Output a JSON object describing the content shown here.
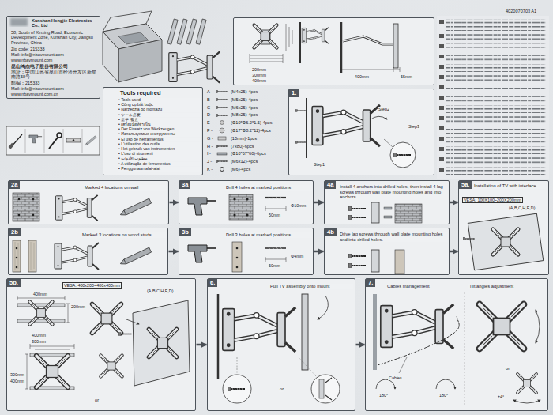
{
  "diagram": {
    "nodes": [
      {
        "text": [
          "Kunshan Hongjie Electronics Co., Ltd",
          "58, South of Xinxing Road, Economic Development Zone, Kunshan City, Jiangsu Province, China",
          "Zip code: 215333",
          "Mail: info@nbavmount.com",
          "www.nbavmount.com",
          "昆山鸿杰电子股份有限公司",
          "地址：中国江苏省昆山市经济开发区新星南路58号",
          "邮编：215333",
          "Mail: info@nbavmount.com",
          "www.nbavmount.com.cn"
        ]
      },
      {
        "text": [
          "Tools required",
          "• Tools used",
          "• Công cụ bắt buộc",
          "• Narzędzia do montażu",
          "• ツール必要",
          "• 도구 필요",
          "• เครื่องมือที่จำเป็น",
          "• Der Einsatz von Werkzeugen",
          "• Используемые инструменты",
          "• El uso de herramientas",
          "• L'utilisation des outils",
          "• Het gebruik van instrumenten",
          "• L'uso di strumenti",
          "• مطلوب الأدوات",
          "• A utilização de ferramentas",
          "• Penggunaan alat-alat"
        ]
      },
      {
        "text": [
          "200mm",
          "300mm",
          "400mm",
          "400mm",
          "55mm"
        ]
      },
      {
        "text": [
          "1.",
          "Step1",
          "Step2",
          "Step3"
        ]
      },
      {
        "text": [
          "2a",
          "Marked 4 locations on wall"
        ]
      },
      {
        "text": [
          "2b",
          "Marked 3 locations on wood studs"
        ]
      },
      {
        "text": [
          "3a",
          "Drill 4 holes at marked positions",
          "50mm",
          "Φ10mm"
        ]
      },
      {
        "text": [
          "3b",
          "Drill 3 holes at marked positions",
          "50mm",
          "Φ4mm"
        ]
      },
      {
        "text": [
          "4a",
          "Install 4 anchors into drilled holes, then install 4 lag screws through wall plate mounting holes and into anchors."
        ]
      },
      {
        "text": [
          "4b",
          "Drive lag screws through wall plate mounting holes and into drilled holes."
        ]
      },
      {
        "text": [
          "5a.",
          "Installation of TV with interface",
          "VESA: 100X100~200X200mm",
          "(A,B,C,H,E,D)"
        ]
      },
      {
        "text": [
          "5b.",
          "VESA: 400x200~400x400mm",
          "400mm",
          "200mm",
          "400mm",
          "300mm",
          "300mm",
          "400mm",
          "(A,B,C,H,E,D)",
          "or"
        ]
      },
      {
        "text": [
          "6.",
          "Pull TV assembly onto mount",
          "or"
        ]
      },
      {
        "text": [
          "7.",
          "Cables management",
          "Tilt angles adjustment",
          "Cables",
          "180°",
          "180°",
          "±4°",
          "or"
        ]
      }
    ],
    "edges": [
      {
        "from": 4,
        "to": 6,
        "arrow": "to"
      },
      {
        "from": 6,
        "to": 8,
        "arrow": "to"
      },
      {
        "from": 8,
        "to": 10,
        "arrow": "to"
      },
      {
        "from": 5,
        "to": 7,
        "arrow": "to"
      },
      {
        "from": 7,
        "to": 9,
        "arrow": "to"
      },
      {
        "from": 9,
        "to": 10,
        "arrow": "to"
      },
      {
        "from": 11,
        "to": 12,
        "arrow": "to"
      },
      {
        "from": 12,
        "to": 13,
        "arrow": "to"
      }
    ],
    "labels": [
      "4020070703 A1",
      "A -",
      "(M4x25)-4pcs",
      "B -",
      "(M5x25)-4pcs",
      "C -",
      "(M6x25)-4pcs",
      "D -",
      "(M8x25)-4pcs",
      "E -",
      "(Φ10*Φ6.2*1.5)-4pcs",
      "F -",
      "(Φ17*Φ8.2*12)-4pcs",
      "G -",
      "(10mm)-1pcs",
      "H -",
      "(7x80)-6pcs",
      "I -",
      "(Φ10*67*60)-6pcs",
      "J -",
      "(M6x12)-4pcs",
      "K -",
      "(M6)-4pcs"
    ]
  }
}
